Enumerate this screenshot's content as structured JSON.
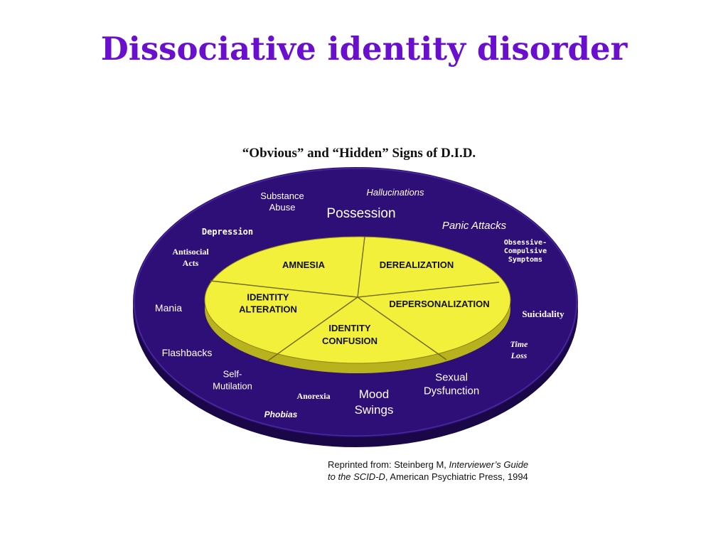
{
  "slide": {
    "title": "Dissociative identity disorder"
  },
  "diagram": {
    "title": "“Obvious” and “Hidden” Signs of D.I.D.",
    "colors": {
      "outer_ring": "#2E0F78",
      "outer_edge": "#1A0748",
      "inner_disc": "#F3F03B",
      "inner_edge": "#B8B21E",
      "title_color": "#6B0FCF"
    },
    "core_signs": [
      {
        "id": "amnesia",
        "lines": [
          "AMNESIA"
        ]
      },
      {
        "id": "derealization",
        "lines": [
          "DEREALIZATION"
        ]
      },
      {
        "id": "depersonalization",
        "lines": [
          "DEPERSONALIZATION"
        ]
      },
      {
        "id": "identity-confusion",
        "lines": [
          "IDENTITY",
          "CONFUSION"
        ]
      },
      {
        "id": "identity-alteration",
        "lines": [
          "IDENTITY",
          "ALTERATION"
        ]
      }
    ],
    "outer_signs": [
      {
        "id": "hallucinations",
        "lines": [
          "Hallucinations"
        ]
      },
      {
        "id": "substance-abuse",
        "lines": [
          "Substance",
          "Abuse"
        ]
      },
      {
        "id": "possession",
        "lines": [
          "Possession"
        ]
      },
      {
        "id": "panic-attacks",
        "lines": [
          "Panic Attacks"
        ]
      },
      {
        "id": "depression",
        "lines": [
          "Depression"
        ]
      },
      {
        "id": "obsessive-compulsive",
        "lines": [
          "Obsessive-",
          "Compulsive",
          "Symptoms"
        ]
      },
      {
        "id": "antisocial-acts",
        "lines": [
          "Antisocial",
          "Acts"
        ]
      },
      {
        "id": "mania",
        "lines": [
          "Mania"
        ]
      },
      {
        "id": "suicidality",
        "lines": [
          "Suicidality"
        ]
      },
      {
        "id": "flashbacks",
        "lines": [
          "Flashbacks"
        ]
      },
      {
        "id": "time-loss",
        "lines": [
          "Time",
          "Loss"
        ]
      },
      {
        "id": "self-mutilation",
        "lines": [
          "Self-",
          "Mutilation"
        ]
      },
      {
        "id": "sexual-dysfunction",
        "lines": [
          "Sexual",
          "Dysfunction"
        ]
      },
      {
        "id": "anorexia",
        "lines": [
          "Anorexia"
        ]
      },
      {
        "id": "mood-swings",
        "lines": [
          "Mood",
          "Swings"
        ]
      },
      {
        "id": "phobias",
        "lines": [
          "Phobias"
        ]
      }
    ]
  },
  "credit": {
    "prefix": "Reprinted from:  Steinberg M, ",
    "title_part1": "Interviewer’s Guide",
    "title_part2": "to the SCID-D",
    "suffix": ", American Psychiatric Press, 1994"
  }
}
